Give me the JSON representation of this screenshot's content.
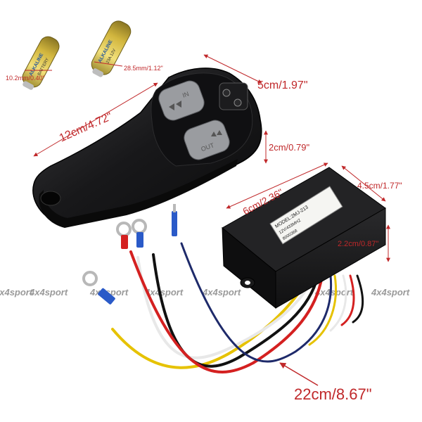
{
  "photo": {
    "battery_size_diameter": "10.2mm/0.40\"",
    "battery_size_length": "28.5mm/1.12\"",
    "battery_label_top": "ALKALINE",
    "battery_label_mid": "BATTERY",
    "battery_label_type": "23A 12V",
    "remote_length": "12cm/4.72\"",
    "remote_width": "5cm/1.97\"",
    "remote_thickness": "2cm/0.79\"",
    "receiver_length": "6cm/2.36\"",
    "receiver_width": "4.5cm/1.77\"",
    "receiver_height": "2.2cm/0.87\"",
    "cable_length": "22cm/8.67\"",
    "button_in": "IN",
    "button_out": "OUT",
    "receiver_label_model": "MODEL:2MJ-213",
    "receiver_label_volt": "12V/433MHZ",
    "receiver_label_serial": "8000368",
    "watermark": "4x4sport"
  },
  "colors": {
    "dimension": "#c0282a",
    "remote_body": "#1c1c1e",
    "button": "#9a9ca0",
    "battery": "#d9c24a",
    "watermark": "#9a9a9a"
  }
}
